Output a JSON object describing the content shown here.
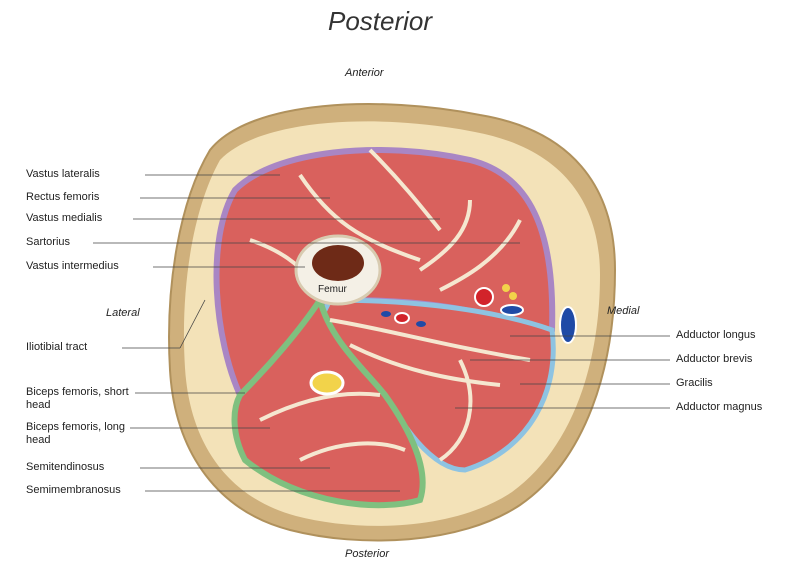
{
  "title": "Posterior",
  "orientation": {
    "anterior": "Anterior",
    "posterior": "Posterior",
    "lateral": "Lateral",
    "medial": "Medial",
    "femur": "Femur"
  },
  "left_labels": [
    "Vastus lateralis",
    "Rectus femoris",
    "Vastus medialis",
    "Sartorius",
    "Vastus intermedius",
    "Iliotibial tract",
    "Biceps femoris, short head",
    "Biceps femoris, long head",
    "Semitendinosus",
    "Semimembranosus"
  ],
  "right_labels": [
    "Adductor longus",
    "Adductor brevis",
    "Gracilis",
    "Adductor magnus"
  ],
  "colors": {
    "skin": "#cfb07c",
    "fat": "#f3e2b8",
    "muscle": "#d9615d",
    "fascia_anterior": "#a986c4",
    "fascia_medial": "#8ec3e2",
    "fascia_posterior": "#7fc07f",
    "bone": "#f4f0e6",
    "marrow": "#6e2a17",
    "artery": "#d2232a",
    "vein": "#1f4aa6",
    "nerve": "#f2d34a"
  }
}
